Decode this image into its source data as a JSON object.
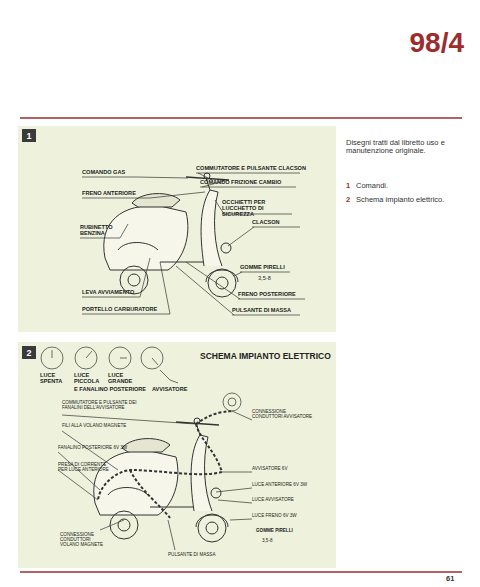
{
  "diagram": {
    "title": "98/4",
    "caption": "Disegni tratti dal libretto uso e manutenzione originale.",
    "nodes": [
      {
        "text": [
          "1"
        ]
      },
      {
        "text": [
          "2"
        ]
      }
    ],
    "labels": [
      "1",
      "Comandi.",
      "2",
      "Schema impianto elettrico.",
      "COMANDO GAS",
      "COMMUTATORE E PULSANTE CLACSON",
      "COMANDO FRIZIONE CAMBIO",
      "FRENO ANTERIORE",
      "OCCHIETTI PER LUCCHETTO DI SICUREZZA",
      "RUBINETTO BENZINA",
      "CLACSON",
      "GOMME PIRELLI",
      "3,5-8",
      "LEVA AVVIAMENTO",
      "FRENO POSTERIORE",
      "PORTELLO CARBURATORE",
      "PULSANTE DI MASSA",
      "SCHEMA IMPIANTO ELETTRICO",
      "LUCE SPENTA",
      "LUCE PICCOLA",
      "LUCE GRANDE",
      "E FANALINO POSTERIORE",
      "AVVISATORE",
      "COMMUTATORE E PULSANTE DEI FANALINI DELL'AVVISATORE",
      "FILI ALLA VOLANO MAGNETE",
      "FANALINO POSTERIORE 6V 3W",
      "PRESA DI CORRENTE PER LUCE ANTERIORE",
      "CONNESSIONE CONDUTTORI VOLANO MAGNETE",
      "PULSANTE DI MASSA",
      "CONNESSIONE CONDUTTORI AVVISATORE",
      "AVVISATORE 6V",
      "LUCE ANTERIORE 6V 3W",
      "LUCE AVVISATORE",
      "LUCE FRENO 6V 3W",
      "GOMME PIRELLI",
      "3,5-8",
      "61"
    ]
  }
}
